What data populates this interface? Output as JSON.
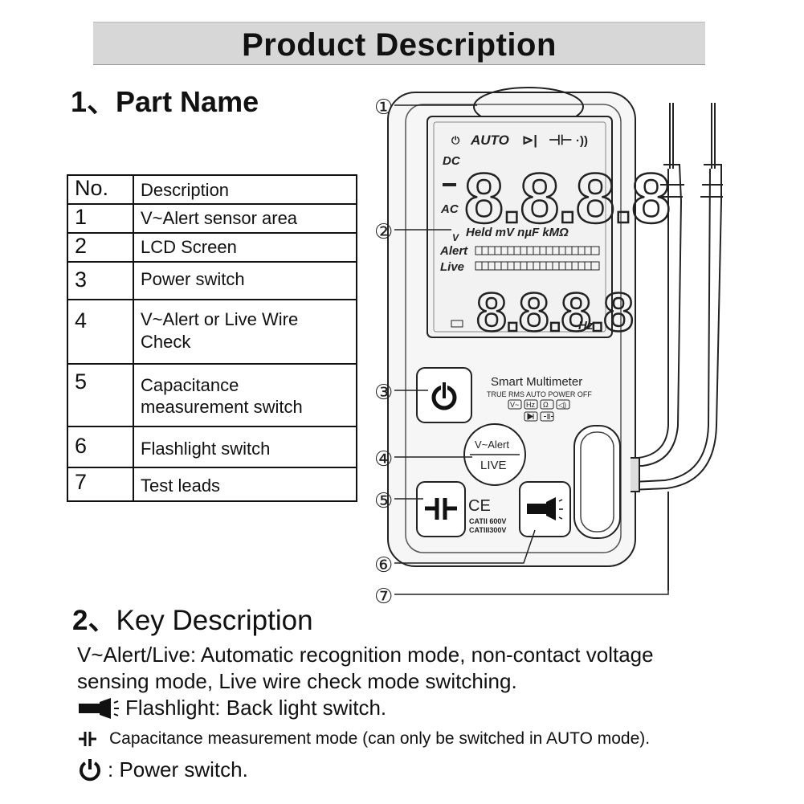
{
  "banner": {
    "title": "Product Description"
  },
  "part_name": {
    "heading": "1、Part Name",
    "table": {
      "headers": [
        "No.",
        "Description"
      ],
      "rows": [
        {
          "no": "1",
          "desc": [
            "V~Alert sensor area"
          ]
        },
        {
          "no": "2",
          "desc": [
            "LCD Screen"
          ]
        },
        {
          "no": "3",
          "desc": [
            "Power switch"
          ]
        },
        {
          "no": "4",
          "desc": [
            "V~Alert or Live Wire",
            "Check"
          ]
        },
        {
          "no": "5",
          "desc": [
            "Capacitance",
            "measurement switch"
          ]
        },
        {
          "no": "6",
          "desc": [
            "Flashlight switch"
          ]
        },
        {
          "no": "7",
          "desc": [
            "Test leads"
          ]
        }
      ]
    }
  },
  "device": {
    "callouts": [
      "①",
      "②",
      "③",
      "④",
      "⑤",
      "⑥",
      "⑦"
    ],
    "lcd": {
      "top_icons": "AUTO",
      "dc": "DC",
      "ac": "AC",
      "main_digits": "8.8.8.8",
      "units": "Held mV nµF kMΩ",
      "v": "V",
      "alert": "Alert",
      "live": "Live",
      "sub_digits": "8.8.8.8",
      "hz": "Hz"
    },
    "brand": "Smart Multimeter",
    "brand_sub": "TRUE RMS AUTO POWER OFF",
    "mode_icons": [
      "V~",
      "Hz",
      "Ω",
      "◁)"
    ],
    "valert_top": "V~Alert",
    "valert_bottom": "LIVE",
    "ce": "CE",
    "cat1": "CATII 600V",
    "cat2": "CATIII300V"
  },
  "key_description": {
    "heading_num": "2、",
    "heading_text": "Key Description",
    "valert_line1": "V~Alert/Live: Automatic recognition mode, non-contact voltage",
    "valert_line2": "sensing mode, Live wire check mode switching.",
    "flashlight": "Flashlight: Back light switch.",
    "capacitance": "Capacitance measurement mode (can only be switched in AUTO mode).",
    "power": ": Power switch."
  }
}
